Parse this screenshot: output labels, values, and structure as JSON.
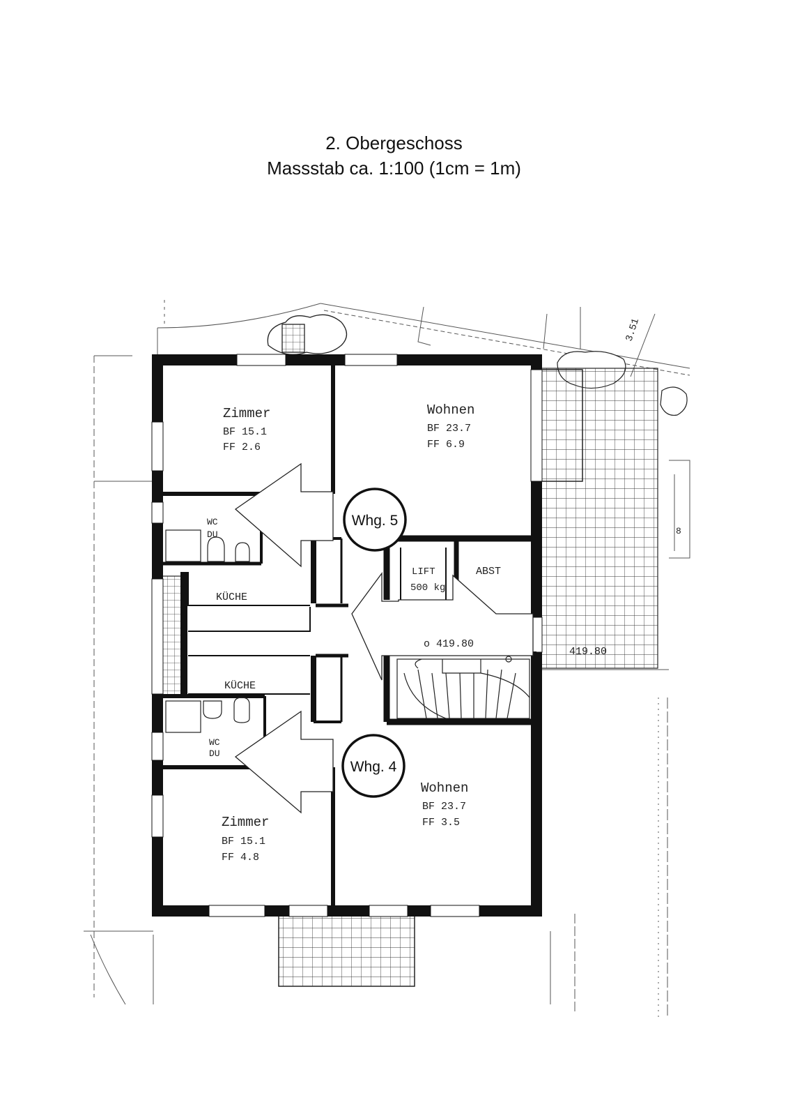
{
  "heading": {
    "line1": "2. Obergeschoss",
    "line2": "Massstab ca. 1:100 (1cm = 1m)"
  },
  "rooms": {
    "zimmer_top": {
      "name": "Zimmer",
      "bf": "BF 15.1",
      "ff": "FF  2.6"
    },
    "wohnen_top": {
      "name": "Wohnen",
      "bf": "BF 23.7",
      "ff": "FF  6.9"
    },
    "wc_top": {
      "l1": "WC",
      "l2": "DU"
    },
    "kueche_top": "KÜCHE",
    "kueche_bottom": "KÜCHE",
    "lift": {
      "l1": "LIFT",
      "l2": "500 kg"
    },
    "abst": "ABST",
    "wc_bottom": {
      "l1": "WC",
      "l2": "DU"
    },
    "wohnen_bottom": {
      "name": "Wohnen",
      "bf": "BF 23.7",
      "ff": "FF  3.5"
    },
    "zimmer_bottom": {
      "name": "Zimmer",
      "bf": "BF 15.1",
      "ff": "FF  4.8"
    }
  },
  "apartments": {
    "whg5": "Whg. 5",
    "whg4": "Whg. 4"
  },
  "levels": {
    "stair": "o 419.80",
    "terrace": "419.80"
  },
  "dimensions": {
    "top_right": "3.51",
    "side": "8"
  }
}
